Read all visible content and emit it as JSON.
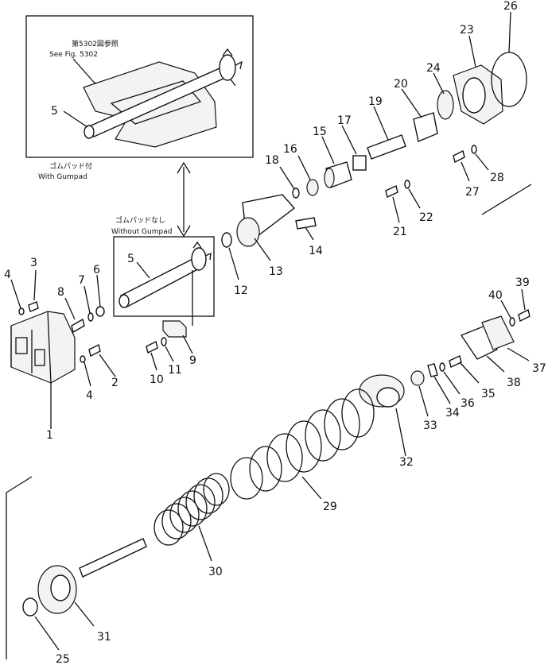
{
  "callouts": {
    "top_box_ref_jp": "第5302図参照",
    "top_box_ref_en": "See Fig. 5302",
    "with_gumpad_jp": "ゴムパッド付",
    "with_gumpad_en": "With Gumpad",
    "without_gumpad_jp": "ゴムパッドなし",
    "without_gumpad_en": "Without Gumpad"
  },
  "part_numbers": {
    "n1": "1",
    "n2": "2",
    "n3": "3",
    "n4a": "4",
    "n4b": "4",
    "n5a": "5",
    "n5b": "5",
    "n6": "6",
    "n7": "7",
    "n8": "8",
    "n9": "9",
    "n10": "10",
    "n11": "11",
    "n12": "12",
    "n13": "13",
    "n14": "14",
    "n15": "15",
    "n16": "16",
    "n17": "17",
    "n18": "18",
    "n19": "19",
    "n20": "20",
    "n21": "21",
    "n22": "22",
    "n23": "23",
    "n24": "24",
    "n25": "25",
    "n26": "26",
    "n27": "27",
    "n28": "28",
    "n29": "29",
    "n30": "30",
    "n31": "31",
    "n32": "32",
    "n33": "33",
    "n34": "34",
    "n35": "35",
    "n36": "36",
    "n37": "37",
    "n38": "38",
    "n39": "39",
    "n40": "40"
  }
}
